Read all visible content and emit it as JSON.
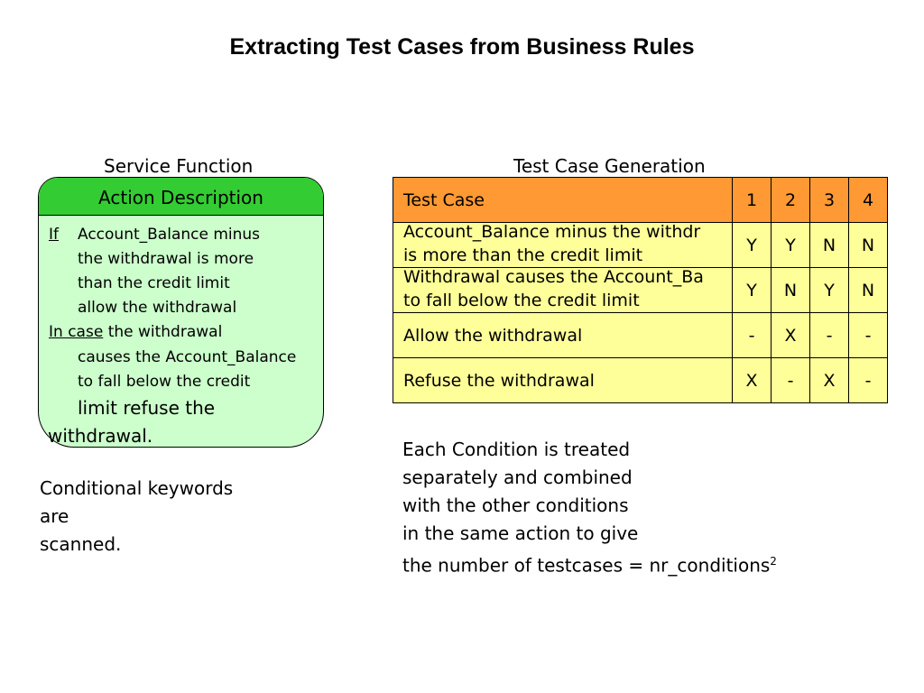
{
  "title": "Extracting Test Cases from Business Rules",
  "service_function": {
    "label": "Service Function",
    "header": "Action Description",
    "lines": {
      "kw_if": "If",
      "l1": "Account_Balance minus",
      "l2": "the withdrawal is more",
      "l3": "than the credit limit",
      "l4": "allow the withdrawal",
      "kw_in_case": "In case",
      "l5": "the withdrawal",
      "l6": "causes the Account_Balance",
      "l7": "to fall below the credit",
      "l8": "limit refuse the",
      "l9": "withdrawal."
    }
  },
  "left_note": {
    "line1": "Conditional keywords",
    "line2": "are",
    "line3": "scanned."
  },
  "test_case_generation": {
    "label": "Test Case Generation",
    "header": {
      "label": "Test Case",
      "cols": [
        "1",
        "2",
        "3",
        "4"
      ]
    },
    "rows": [
      {
        "line1": "Account_Balance minus the withdr",
        "line2": "is more than the credit limit",
        "values": [
          "Y",
          "Y",
          "N",
          "N"
        ]
      },
      {
        "line1": "Withdrawal causes the Account_Ba",
        "line2": "to fall below the credit limit",
        "values": [
          "Y",
          "N",
          "Y",
          "N"
        ]
      },
      {
        "line1": "Allow the withdrawal",
        "values": [
          "-",
          "X",
          "-",
          "-"
        ]
      },
      {
        "line1": "Refuse the withdrawal",
        "values": [
          "X",
          "-",
          "X",
          "-"
        ]
      }
    ]
  },
  "right_note": {
    "line1": "Each Condition is treated",
    "line2": "separately and combined",
    "line3": "with the other conditions",
    "line4": "in the same action to give",
    "line5": "the number of testcases = nr_conditions",
    "sup": "2"
  },
  "colors": {
    "header_green": "#33cc33",
    "box_green": "#ccffcc",
    "header_orange": "#ff9933",
    "row_yellow": "#ffff99"
  }
}
